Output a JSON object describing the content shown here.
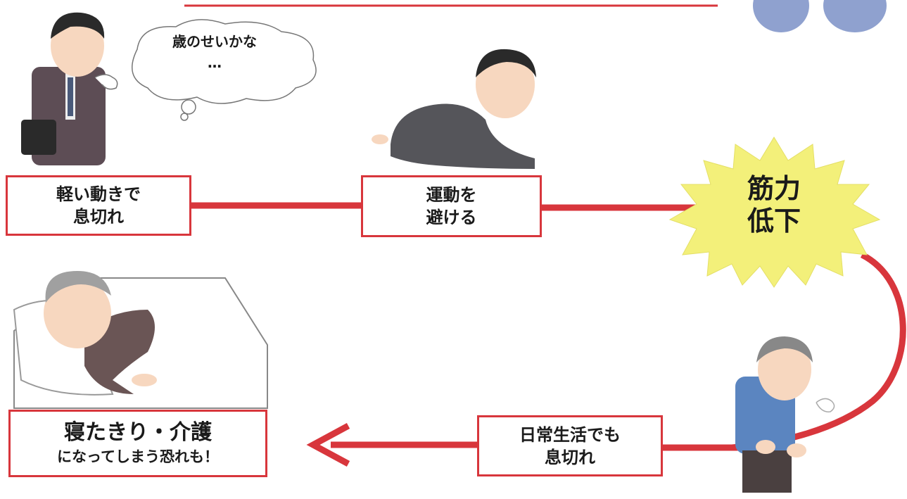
{
  "thought_bubble": {
    "line1": "歳のせいかな",
    "line2": "…"
  },
  "steps": {
    "breathless_light": {
      "line1": "軽い動きで",
      "line2": "息切れ"
    },
    "avoid_exercise": {
      "line1": "運動を",
      "line2": "避ける"
    },
    "muscle_decline": {
      "line1": "筋力",
      "line2": "低下"
    },
    "breathless_daily": {
      "line1": "日常生活でも",
      "line2": "息切れ"
    },
    "bedridden": {
      "line1": "寝たきり・介護",
      "line2": "になってしまう恐れも！"
    }
  },
  "colors": {
    "accent_red": "#d8363c",
    "burst_yellow": "#f3f07a",
    "lung_blue": "#8fa1cf"
  }
}
